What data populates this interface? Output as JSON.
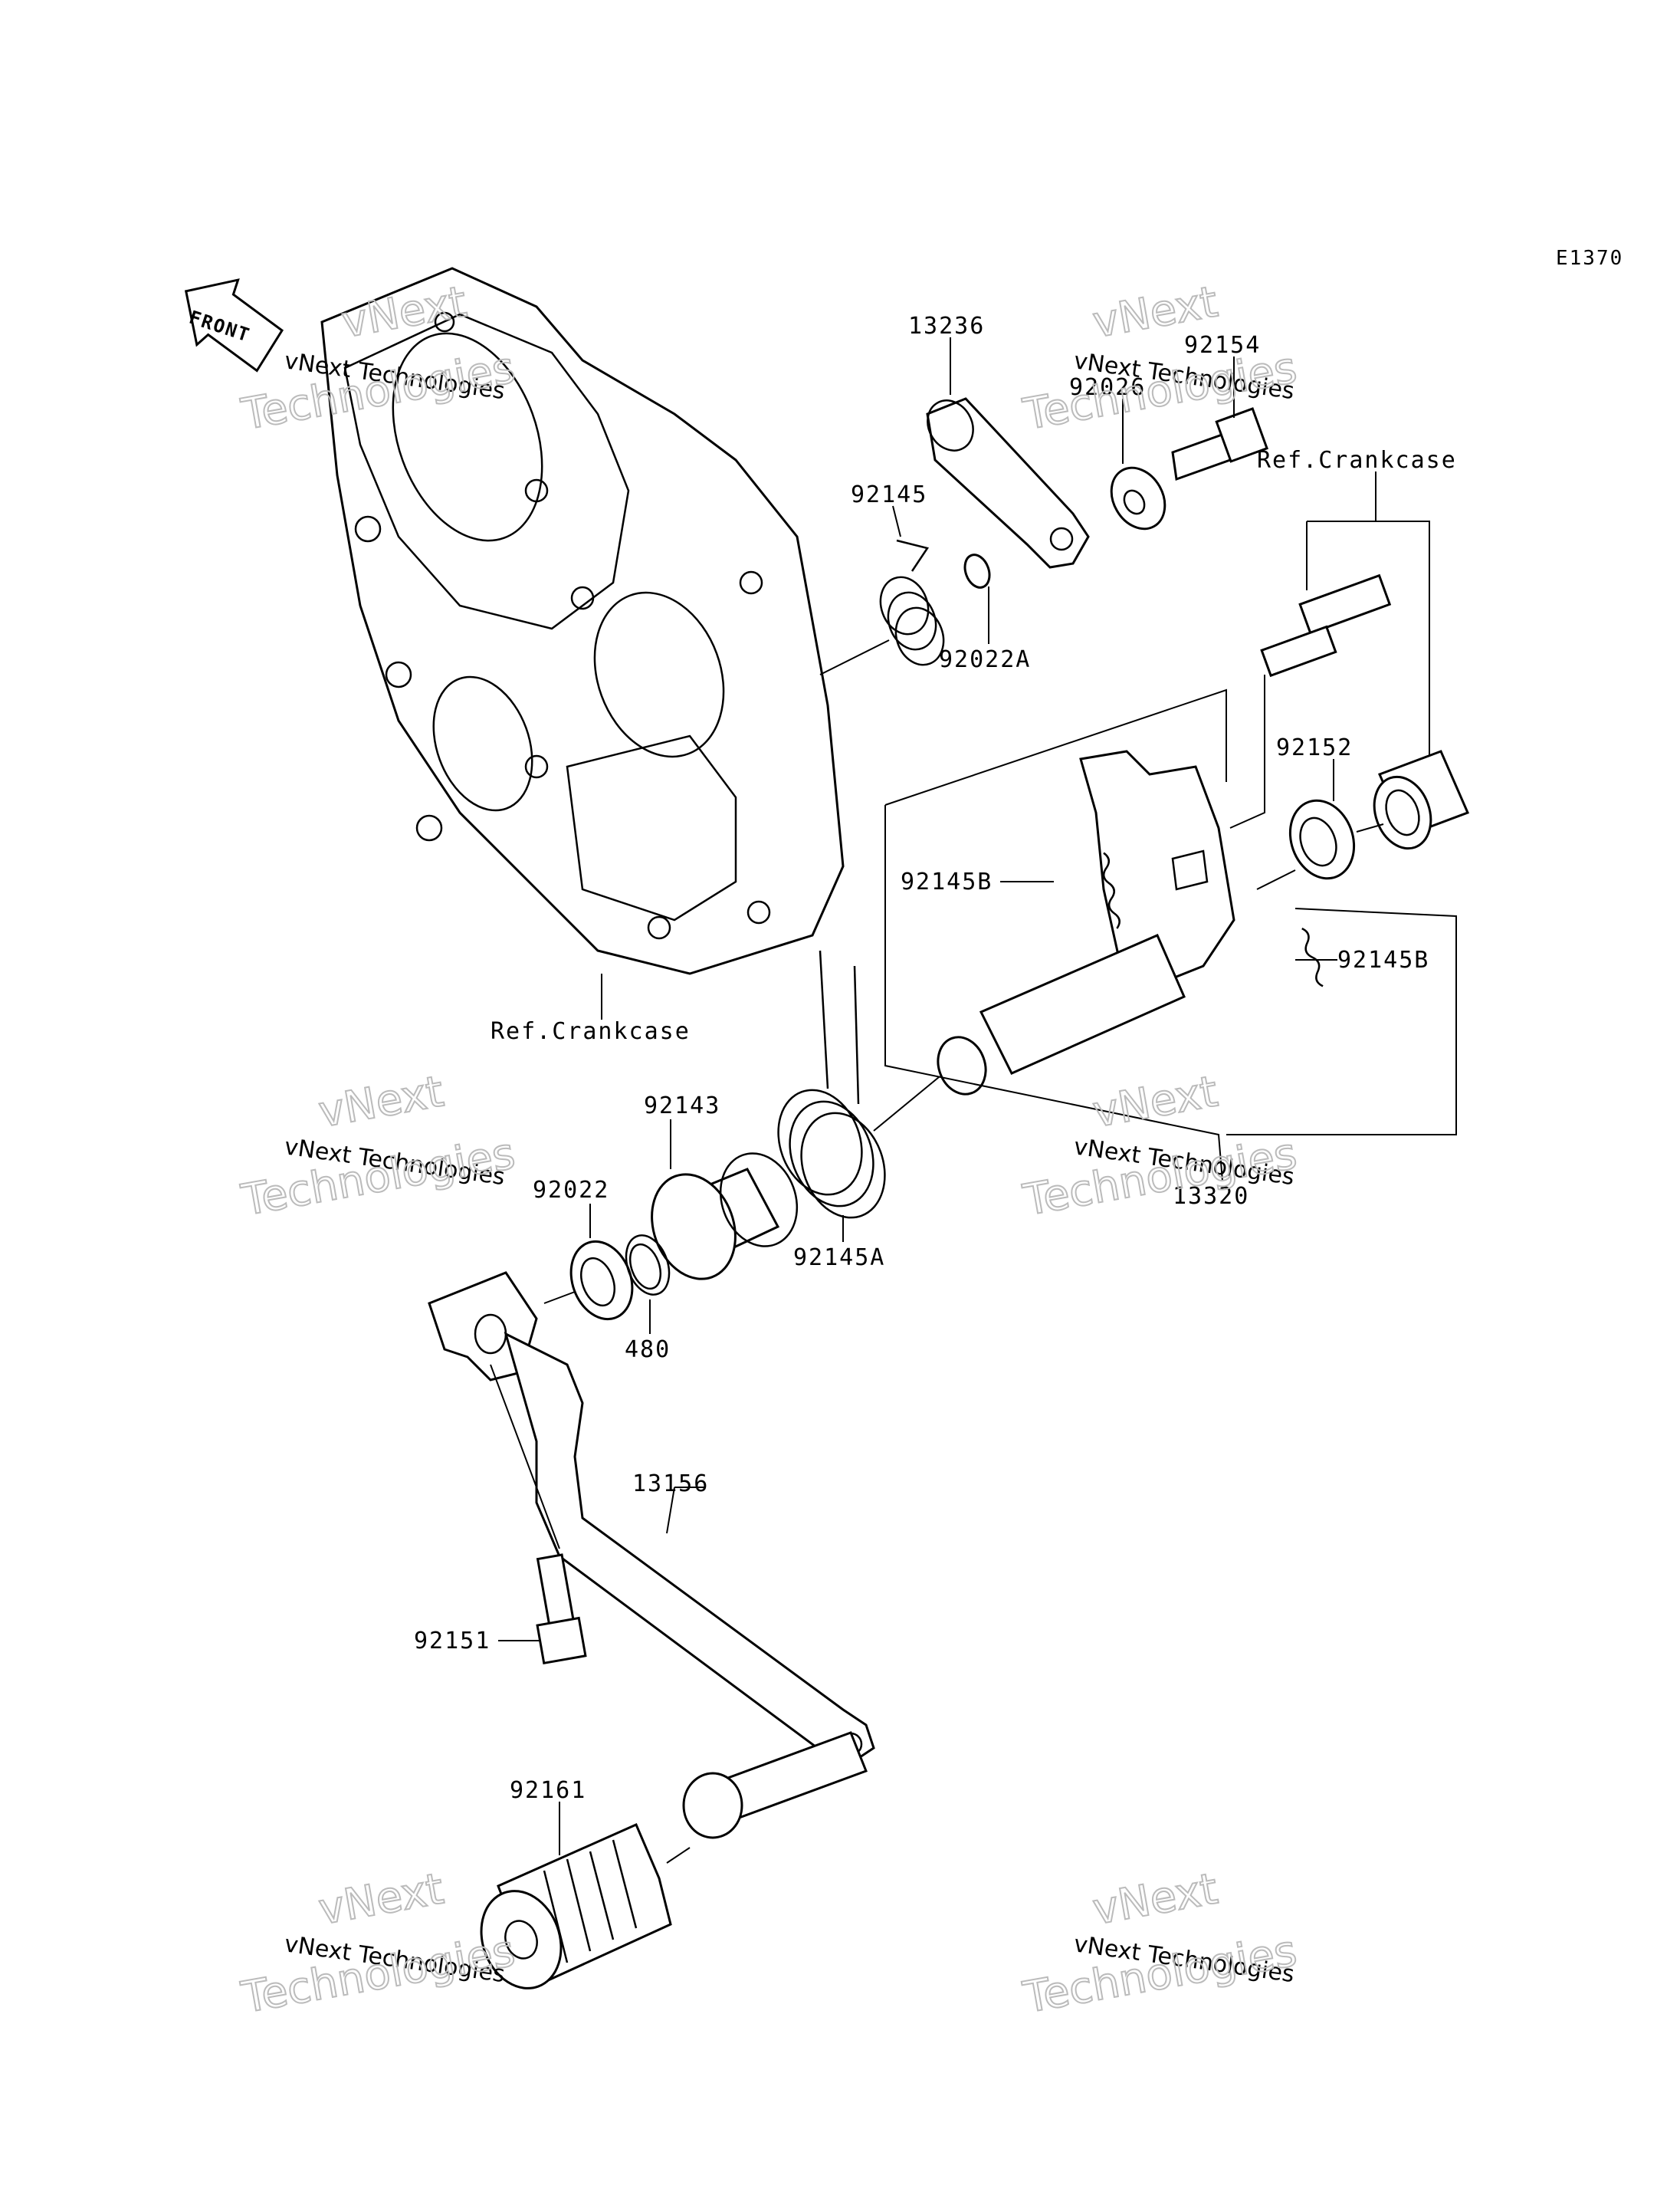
{
  "diagram": {
    "code": "E1370",
    "front_label": "FRONT",
    "labels": {
      "p13236": "13236",
      "p92154": "92154",
      "p92026": "92026",
      "ref_crankcase_top": "Ref.Crankcase",
      "p92145": "92145",
      "p92022A": "92022A",
      "p92152": "92152",
      "p92145B_left": "92145B",
      "p92145B_right": "92145B",
      "ref_crankcase_bottom": "Ref.Crankcase",
      "p92143": "92143",
      "p92022": "92022",
      "p480": "480",
      "p92145A": "92145A",
      "p13320": "13320",
      "p13156": "13156",
      "p92151": "92151",
      "p92161": "92161"
    },
    "watermarks": {
      "line1": "vNext",
      "line2": "vNext Technologies",
      "line3": "Technologies"
    }
  }
}
